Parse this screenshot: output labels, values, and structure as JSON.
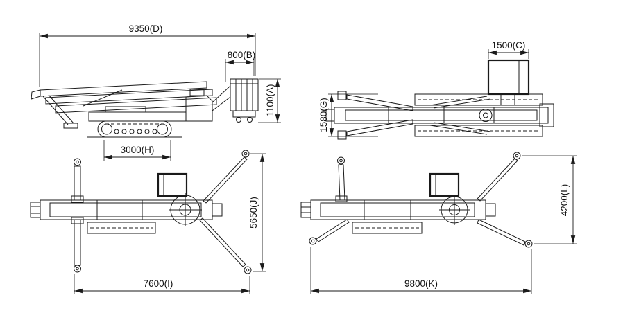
{
  "drawing": {
    "background": "#ffffff",
    "line_color": "#1a1a1a",
    "views": {
      "side_view": {
        "overall_length": "9350(D)",
        "basket_overhang": "800(B)",
        "overall_height": "1100(A)",
        "track_length": "3000(H)"
      },
      "top_view_stowed": {
        "basket_length": "1500(C)",
        "overall_width": "1580(G)"
      },
      "plan_view_outriggers_narrow": {
        "outrigger_span_width": "5650(J)",
        "outrigger_span_length": "7600(I)"
      },
      "plan_view_outriggers_wide": {
        "outrigger_span_width": "4200(L)",
        "outrigger_span_length": "9800(K)"
      }
    }
  }
}
